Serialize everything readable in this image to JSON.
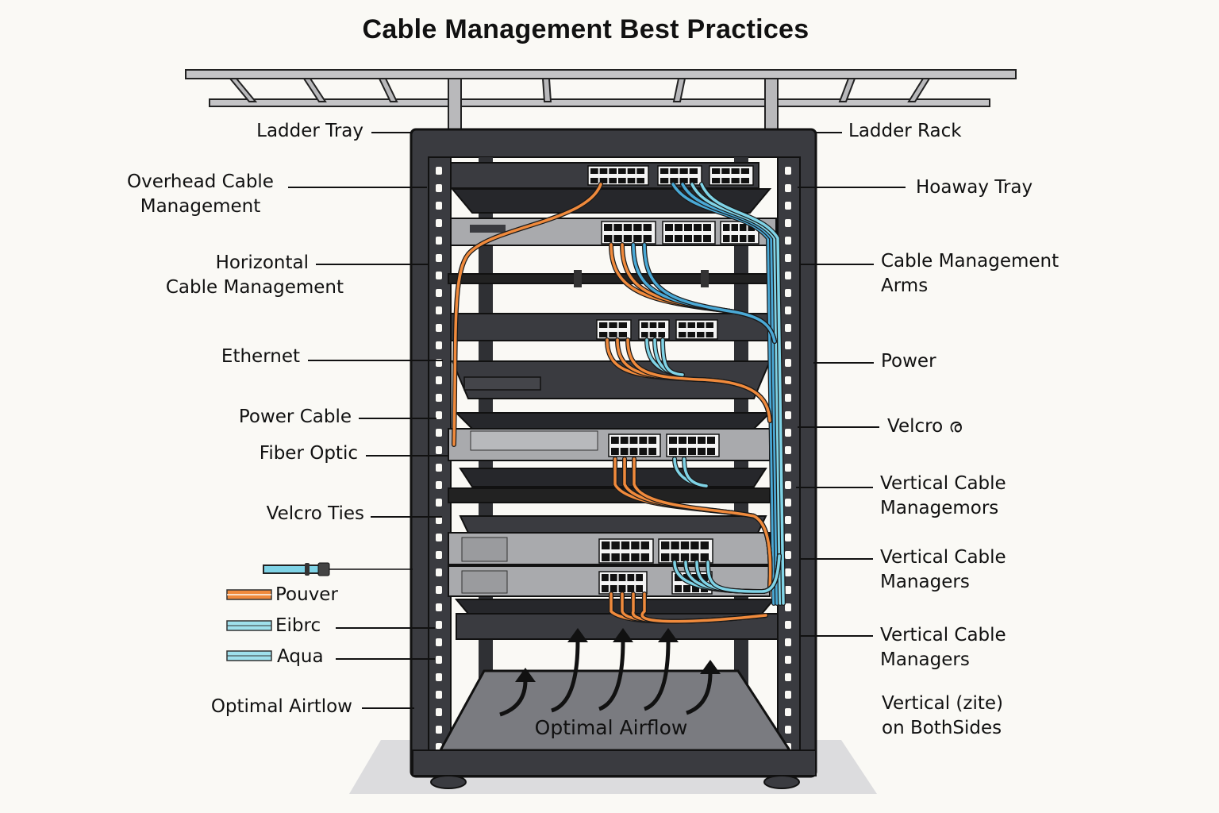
{
  "title": "Cable Management Best Practices",
  "colors": {
    "background": "#faf9f5",
    "rack_frame": "#3a3b40",
    "rack_dark": "#2a2b2f",
    "device_silver": "#a9aaad",
    "ethernet_orange": "#f08a3c",
    "fiber_aqua": "#7fd3e6",
    "fiber_blue": "#4aa9d6",
    "ladder_gray": "#b9b9bb"
  },
  "labels_left": [
    {
      "lines": [
        "Ladder Tray"
      ]
    },
    {
      "lines": [
        "Overhead Cable",
        "Management"
      ]
    },
    {
      "lines": [
        "Horizontal",
        "Cable Management"
      ]
    },
    {
      "lines": [
        "Ethernet"
      ]
    },
    {
      "lines": [
        "Power Cable"
      ]
    },
    {
      "lines": [
        "Fiber Optic"
      ]
    },
    {
      "lines": [
        "Velcro Ties"
      ]
    },
    {
      "lines": [
        "Optimal Airtlow"
      ]
    }
  ],
  "labels_right": [
    {
      "lines": [
        "Ladder Rack"
      ]
    },
    {
      "lines": [
        "Hoaway Tray"
      ]
    },
    {
      "lines": [
        "Cable Management",
        "Arms"
      ]
    },
    {
      "lines": [
        "Power"
      ]
    },
    {
      "lines": [
        "Velcro ര"
      ]
    },
    {
      "lines": [
        "Vertical Cable",
        "Managemors"
      ]
    },
    {
      "lines": [
        "Vertical Cable",
        "Managers"
      ]
    },
    {
      "lines": [
        "Vertical Cable",
        "Managers"
      ]
    },
    {
      "lines": [
        "Vertical (zite)",
        "on BothSides"
      ]
    }
  ],
  "legend": [
    {
      "label": "Pouver",
      "color": "#f08a3c",
      "icon": "orange-cable-swatch"
    },
    {
      "label": "Eibrc",
      "color": "#9fe0ec",
      "icon": "aqua-cable-swatch"
    },
    {
      "label": "Aqua",
      "color": "#9fe0ec",
      "icon": "aqua-cable-swatch"
    }
  ],
  "connector_icon": "fiber-connector-icon",
  "airflow_label": "Optimal Airflow",
  "airflow_arrow_count": 5
}
